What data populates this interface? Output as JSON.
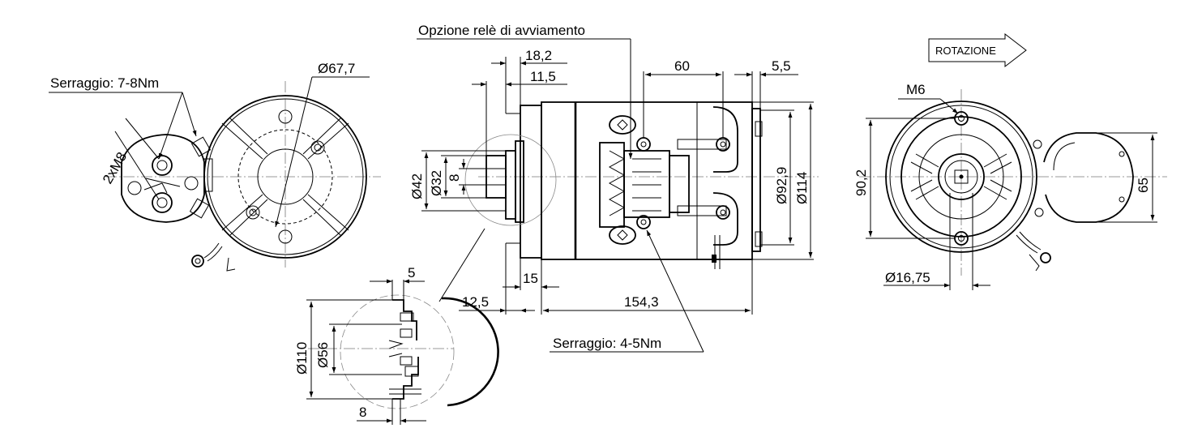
{
  "labels": {
    "serraggio_top": "Serraggio: 7-8Nm",
    "thread_2xm8": "2xM8",
    "dia_67_7": "Ø67,7",
    "opzione_rele": "Opzione relè di avviamento",
    "dim_18_2": "18,2",
    "dim_11_5": "11,5",
    "dim_60": "60",
    "dim_5_5": "5,5",
    "dia_42": "Ø42",
    "dia_32": "Ø32",
    "dim_8_flange": "8",
    "dia_92_9": "Ø92,9",
    "dia_114": "Ø114",
    "dim_15": "15",
    "dim_12_5": "12,5",
    "dim_154_3": "154,3",
    "serraggio_bottom": "Serraggio: 4-5Nm",
    "dim_5_detail": "5",
    "dia_110": "Ø110",
    "dia_56": "Ø56",
    "dim_8_detail": "8",
    "rotazione": "ROTAZIONE",
    "thread_m6": "M6",
    "dim_90_2": "90,2",
    "dim_65": "65",
    "dia_16_75": "Ø16,75"
  },
  "colors": {
    "line": "#000000",
    "background": "#ffffff",
    "centerline": "#777777"
  }
}
